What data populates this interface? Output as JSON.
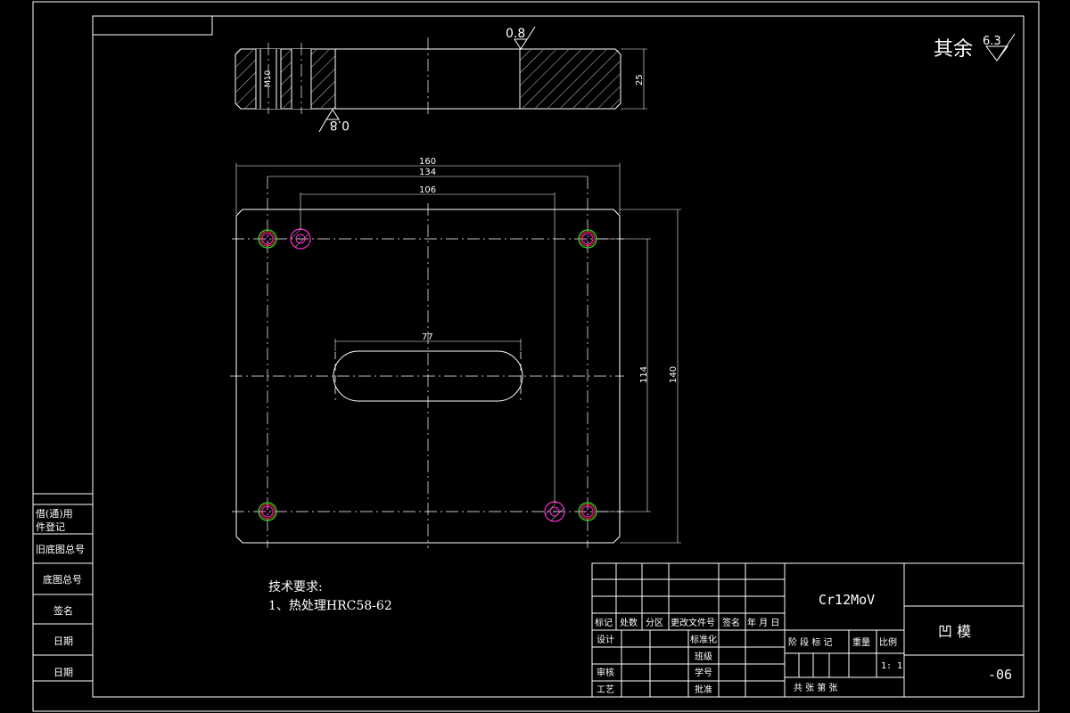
{
  "drawing": {
    "roughness_general": "其余",
    "roughness_general_value": "6.3",
    "section_view": {
      "roughness_top": "0.8",
      "roughness_bottom": "0.8",
      "thread_label": "M10",
      "thickness_dim": "25"
    },
    "plan_view": {
      "dim_overall_width": "160",
      "dim_hole_spacing_x": "134",
      "dim_pin_spacing": "106",
      "dim_slot_length": "77",
      "dim_hole_spacing_y": "114",
      "dim_overall_height": "140"
    },
    "tech_req": {
      "title": "技术要求:",
      "item1": "1、热处理HRC58-62"
    }
  },
  "side_table": {
    "rows": [
      "借(通)用",
      "件登记",
      "旧底图总号",
      "底图总号",
      "签名",
      "日期",
      "日期"
    ]
  },
  "title_block": {
    "material": "Cr12MoV",
    "part_name": "凹  模",
    "drawing_no": "-06",
    "scale": "1: 1",
    "rev_headers": [
      "标记",
      "处数",
      "分区",
      "更改文件号",
      "签名",
      "年 月 日"
    ],
    "left_labels": [
      "设计",
      "审核",
      "工艺"
    ],
    "mid_labels": [
      "标准化",
      "班级",
      "学号",
      "批准"
    ],
    "stage_headers": [
      "阶 段 标 记",
      "重量",
      "比例"
    ],
    "sheet_label": "共    张  第    张"
  }
}
